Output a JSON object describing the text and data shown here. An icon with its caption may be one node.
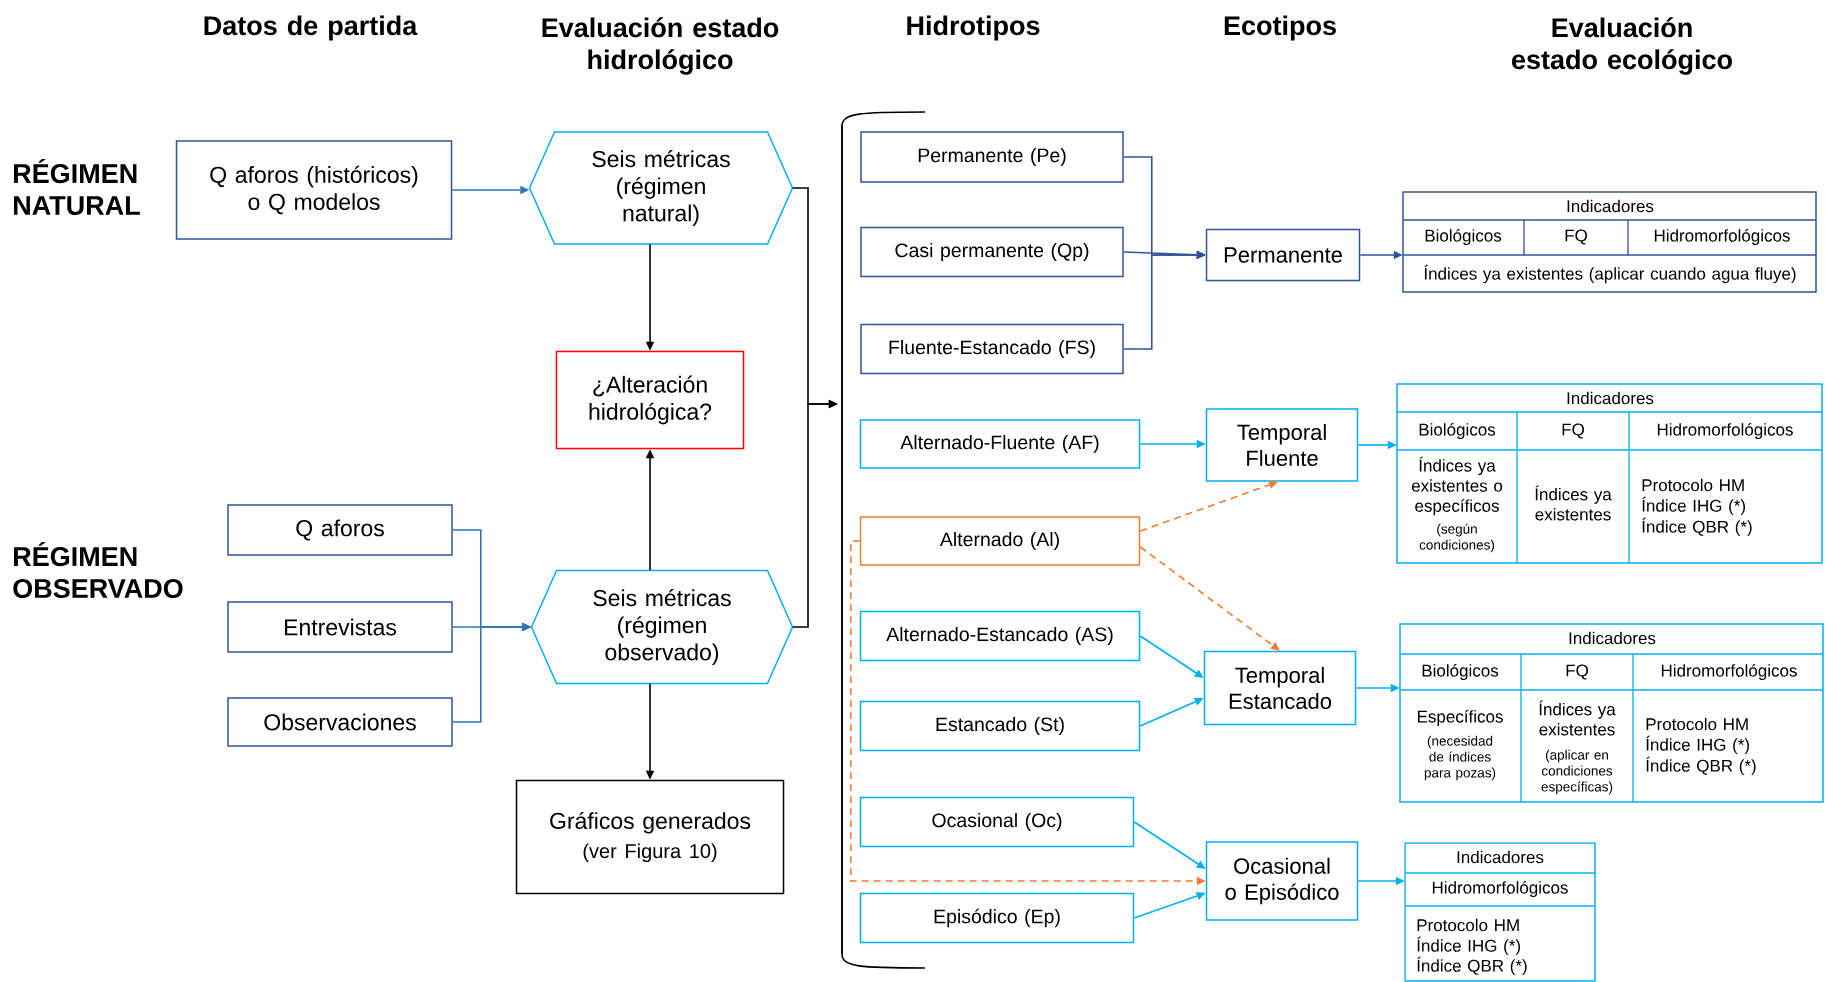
{
  "diagram": {
    "nodes": [
      {
        "text": [
          "Q aforos (históricos) o Q modelos"
        ]
      },
      {
        "text": [
          "Seis métricas (régimen natural)"
        ]
      },
      {
        "text": [
          "¿Alteración hidrológica?"
        ]
      },
      {
        "text": [
          "Q aforos"
        ]
      },
      {
        "text": [
          "Entrevistas"
        ]
      },
      {
        "text": [
          "Observaciones"
        ]
      },
      {
        "text": [
          "Seis métricas (régimen observado)"
        ]
      },
      {
        "text": [
          "Gráficos generados",
          "(ver Figura 10)"
        ]
      },
      {
        "text": [],
        "shape": "bracket"
      },
      {
        "text": [
          "Permanente (Pe)"
        ]
      },
      {
        "text": [
          "Casi permanente (Qp)"
        ]
      },
      {
        "text": [
          "Fluente-Estancado (FS)"
        ]
      },
      {
        "text": [
          "Alternado-Fluente (AF)"
        ]
      },
      {
        "text": [
          "Alternado (Al)"
        ]
      },
      {
        "text": [
          "Alternado-Estancado (AS)"
        ]
      },
      {
        "text": [
          "Estancado (St)"
        ]
      },
      {
        "text": [
          "Ocasional (Oc)"
        ]
      },
      {
        "text": [
          "Episódico (Ep)"
        ]
      },
      {
        "text": [
          "Permanente"
        ]
      },
      {
        "text": [
          "Temporal Fluente"
        ]
      },
      {
        "text": [
          "Temporal Estancado"
        ]
      },
      {
        "text": [
          "Ocasional o Episódico"
        ]
      },
      {
        "text": [
          "Indicadores",
          "Biológicos",
          "FQ",
          "Hidromorfológicos",
          "Índices ya existentes (aplicar cuando agua fluye)"
        ]
      },
      {
        "text": [
          "Indicadores",
          "Biológicos",
          "FQ",
          "Hidromorfológicos",
          "Índices ya existentes o específicos",
          "(según condiciones)",
          "Índices ya existentes",
          "Protocolo HM",
          "Índice IHG (*)",
          "Índice QBR (*)"
        ]
      },
      {
        "text": [
          "Indicadores",
          "Biológicos",
          "FQ",
          "Hidromorfológicos",
          "Específicos",
          "(necesidad de índices para pozas)",
          "Índices ya existentes",
          "(aplicar en condiciones específicas)",
          "Protocolo HM",
          "Índice IHG (*)",
          "Índice QBR (*)"
        ]
      },
      {
        "text": [
          "Indicadores",
          "Hidromorfológicos",
          "Protocolo HM",
          "Índice IHG (*)",
          "Índice QBR (*)"
        ]
      }
    ],
    "edges": [
      {
        "from": 0,
        "to": 1,
        "arrow": "to",
        "color": "#2e75b6"
      },
      {
        "from": 1,
        "to": 2,
        "arrow": "to",
        "color": "#000000"
      },
      {
        "from": 6,
        "to": 2,
        "arrow": "to",
        "color": "#000000"
      },
      {
        "from": 3,
        "to": 6,
        "arrow": "to",
        "color": "#2e75b6"
      },
      {
        "from": 4,
        "to": 6,
        "arrow": "to",
        "color": "#2e75b6"
      },
      {
        "from": 5,
        "to": 6,
        "arrow": "to",
        "color": "#2e75b6"
      },
      {
        "from": 6,
        "to": 7,
        "arrow": "to",
        "color": "#000000"
      },
      {
        "from": 1,
        "to": 8,
        "arrow": "to",
        "color": "#000000"
      },
      {
        "from": 6,
        "to": 8,
        "arrow": "to",
        "color": "#000000"
      },
      {
        "from": 9,
        "to": 18,
        "arrow": "to",
        "color": "#2f5597"
      },
      {
        "from": 10,
        "to": 18,
        "arrow": "to",
        "color": "#2f5597"
      },
      {
        "from": 11,
        "to": 18,
        "arrow": "to",
        "color": "#2f5597"
      },
      {
        "from": 18,
        "to": 22,
        "arrow": "to",
        "color": "#2f5597"
      },
      {
        "from": 12,
        "to": 19,
        "arrow": "to",
        "color": "#00b0f0"
      },
      {
        "from": 19,
        "to": 23,
        "arrow": "to",
        "color": "#00b0f0"
      },
      {
        "from": 13,
        "to": 19,
        "arrow": "to",
        "style": "dashed",
        "color": "#ed7d31"
      },
      {
        "from": 13,
        "to": 20,
        "arrow": "to",
        "style": "dashed",
        "color": "#ed7d31"
      },
      {
        "from": 13,
        "to": 21,
        "arrow": "to",
        "style": "dashed",
        "color": "#ed7d31"
      },
      {
        "from": 14,
        "to": 20,
        "arrow": "to",
        "color": "#00b0f0"
      },
      {
        "from": 15,
        "to": 20,
        "arrow": "to",
        "color": "#00b0f0"
      },
      {
        "from": 20,
        "to": 24,
        "arrow": "to",
        "color": "#00b0f0"
      },
      {
        "from": 16,
        "to": 21,
        "arrow": "to",
        "color": "#00b0f0"
      },
      {
        "from": 17,
        "to": 21,
        "arrow": "to",
        "color": "#00b0f0"
      },
      {
        "from": 21,
        "to": 25,
        "arrow": "to",
        "color": "#00b0f0"
      }
    ],
    "labels": [
      "Datos de partida",
      "Evaluación estado hidrológico",
      "Hidrotipos",
      "Ecotipos",
      "Evaluación estado ecológico",
      "RÉGIMEN NATURAL",
      "RÉGIMEN OBSERVADO"
    ]
  }
}
